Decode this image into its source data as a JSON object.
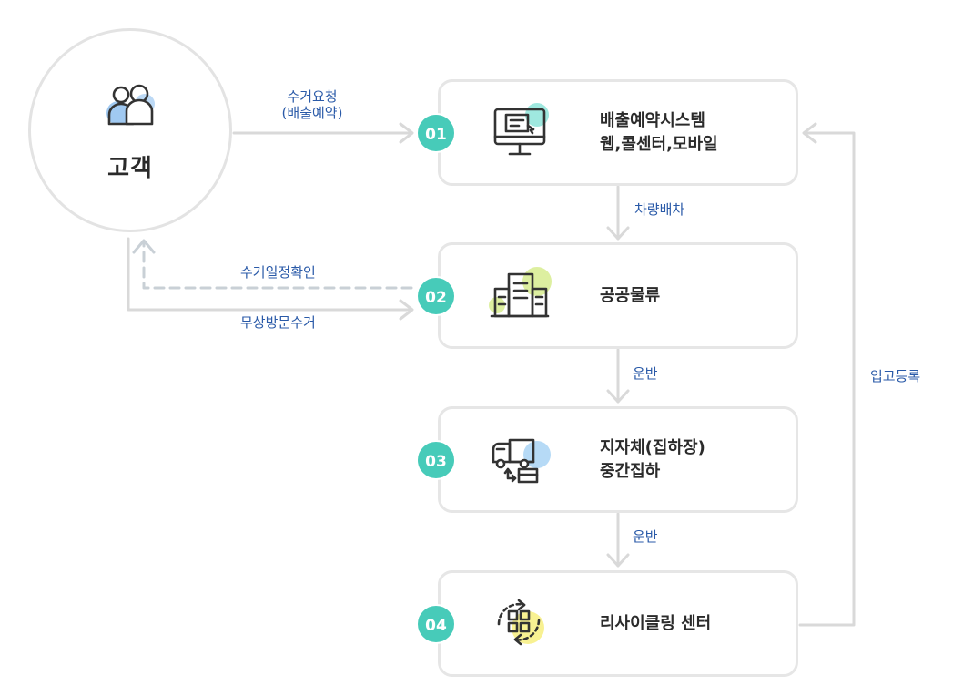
{
  "customer": {
    "label": "고객",
    "icon": "people-icon"
  },
  "steps": [
    {
      "number": "01",
      "lines": [
        "배출예약시스템",
        "웹,콜센터,모바일"
      ],
      "icon": "monitor-icon"
    },
    {
      "number": "02",
      "lines": [
        "공공물류"
      ],
      "icon": "building-icon"
    },
    {
      "number": "03",
      "lines": [
        "지자체(집하장)",
        "중간집하"
      ],
      "icon": "truck-box-icon"
    },
    {
      "number": "04",
      "lines": [
        "리사이클링 센터"
      ],
      "icon": "recycle-grid-icon"
    }
  ],
  "flows": {
    "request_line1": "수거요청",
    "request_line2": "(배출예약)",
    "dispatch": "차량배차",
    "confirm_date": "수거일정확인",
    "free_pickup": "무상방문수거",
    "transport_1": "운반",
    "transport_2": "운반",
    "register": "입고등록"
  },
  "colors": {
    "badge": "#47cbb9",
    "flow_text": "#2a5aa8",
    "line": "#d9d9d9",
    "dashed_line": "#c9d0d6",
    "box_border": "#e6e6e6"
  }
}
